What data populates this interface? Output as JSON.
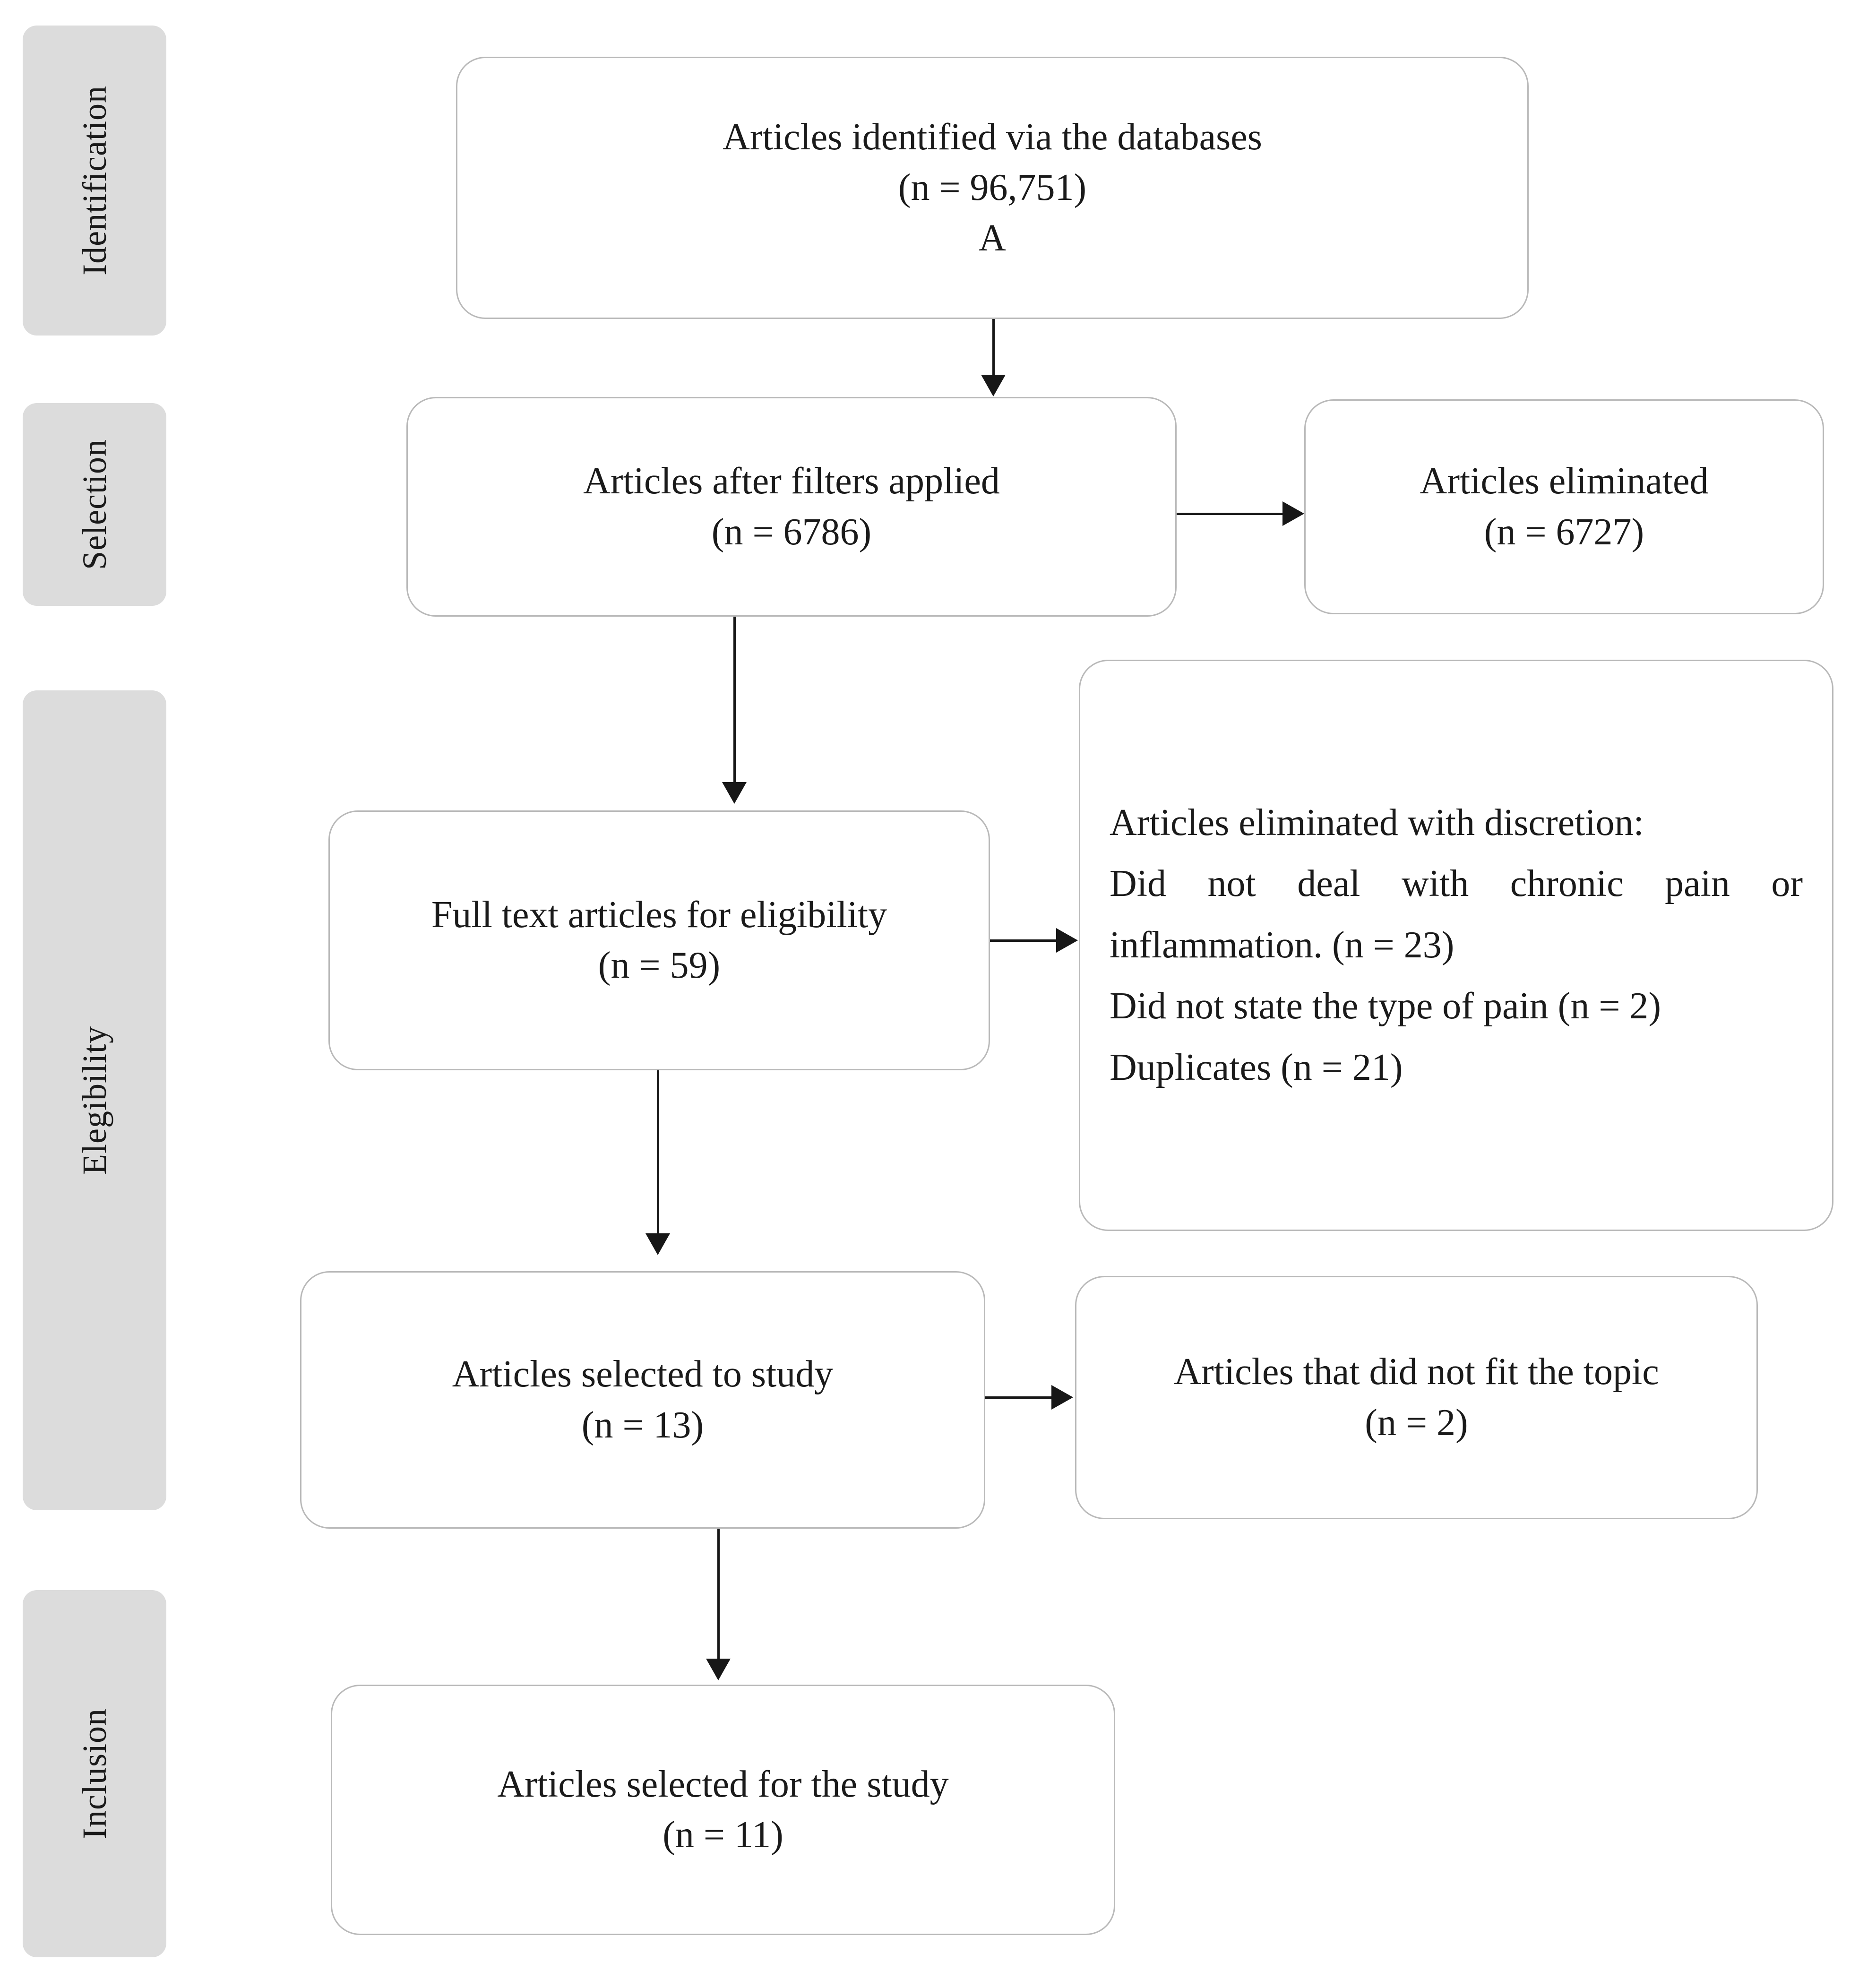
{
  "stages": [
    {
      "id": "identification",
      "label": "Identification"
    },
    {
      "id": "selection",
      "label": "Selection"
    },
    {
      "id": "elegibility",
      "label": "Elegibility"
    },
    {
      "id": "inclusion",
      "label": "Inclusion"
    }
  ],
  "nodes": {
    "identified": {
      "title": "Articles identified via the databases",
      "count": "(n = 96,751)",
      "marker": "A"
    },
    "after_filters": {
      "title": "Articles after filters applied",
      "count": "(n = 6786)"
    },
    "eliminated": {
      "title": "Articles eliminated",
      "count": "(n = 6727)"
    },
    "full_text": {
      "title": "Full text articles for eligibility",
      "count": "(n = 59)"
    },
    "discretion": {
      "heading": "Articles eliminated with discretion:",
      "reason1_a": "Did not deal with chronic pain or",
      "reason1_b": "inflammation. (n = 23)",
      "reason2": "Did not state the type of pain (n = 2)",
      "reason3": "Duplicates (n = 21)"
    },
    "selected_study": {
      "title": "Articles selected to study",
      "count": "(n = 13)"
    },
    "not_fit": {
      "title": "Articles that did not fit the topic",
      "count": "(n = 2)"
    },
    "final": {
      "title": "Articles selected for the study",
      "count": "(n = 11)"
    }
  },
  "colors": {
    "stage_tab_bg": "#dcdcdc",
    "node_border": "#b9b9b9",
    "connector": "#171717",
    "text": "#1a1a1a",
    "page_bg": "#ffffff"
  }
}
